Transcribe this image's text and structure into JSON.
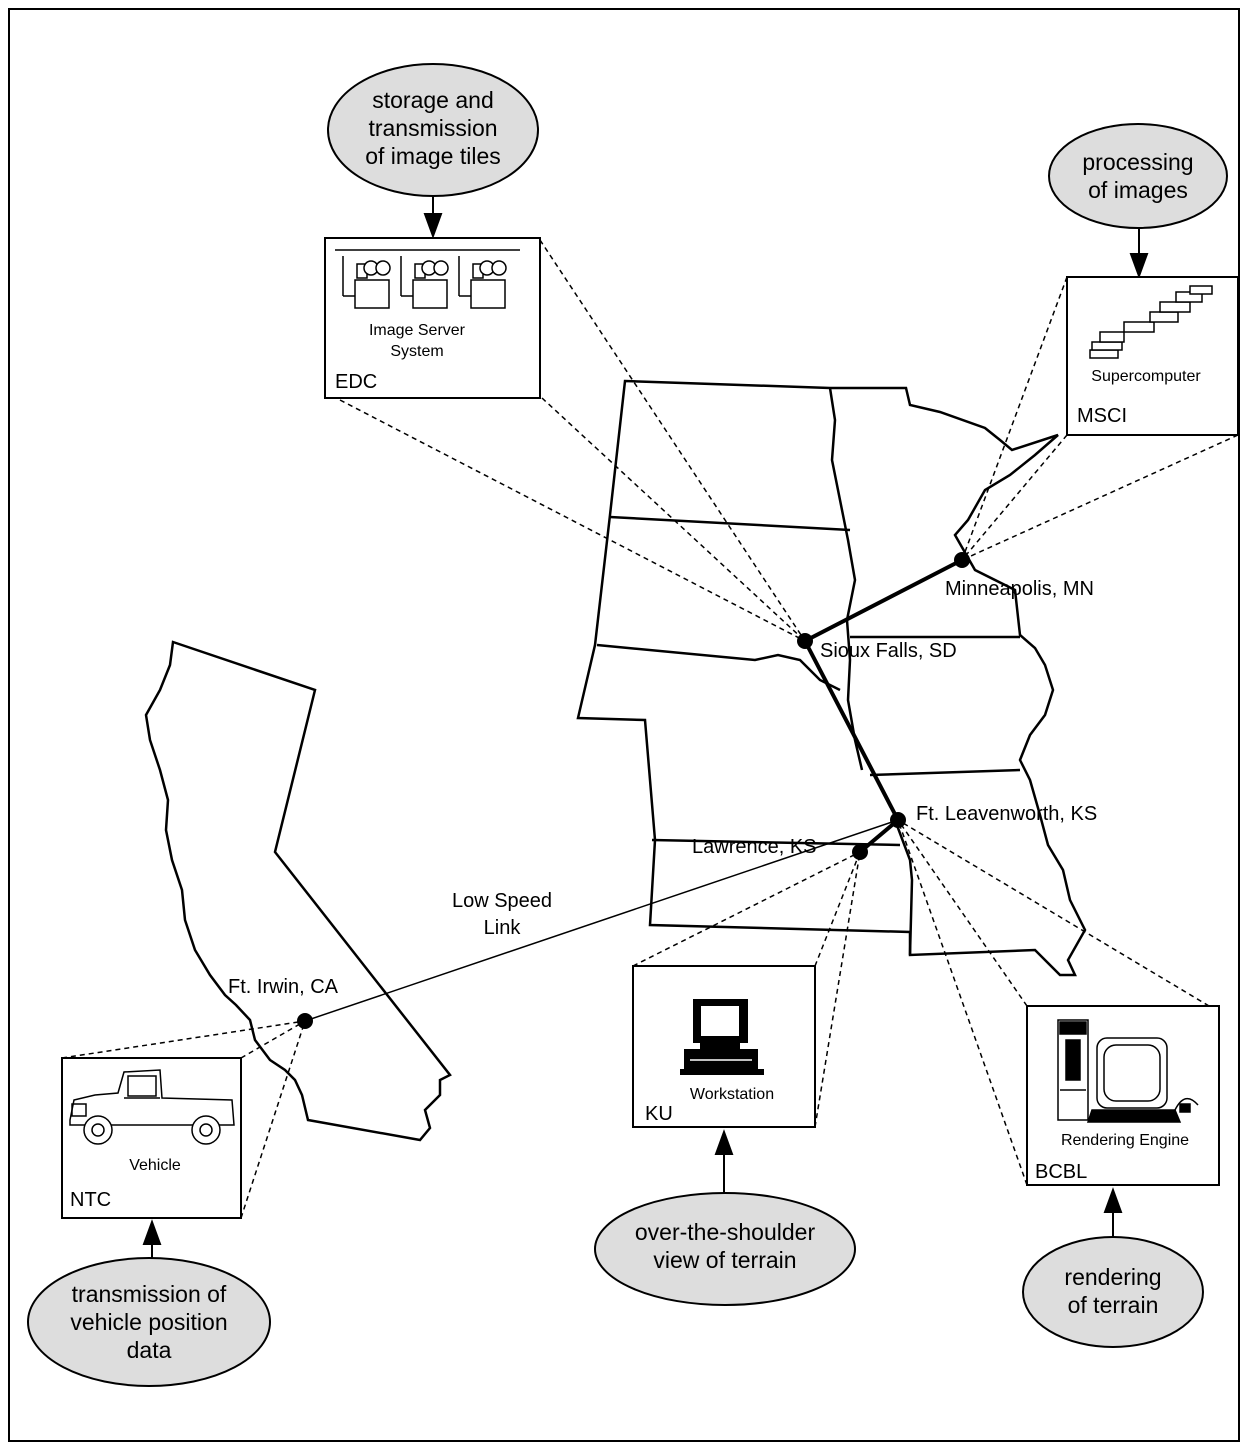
{
  "bubbles": {
    "edc": [
      "storage and",
      "transmission",
      "of image tiles"
    ],
    "msci": [
      "processing",
      "of images"
    ],
    "ntc": [
      "transmission of",
      "vehicle position",
      "data"
    ],
    "ku": [
      "over-the-shoulder",
      "view of terrain"
    ],
    "bcbl": [
      "rendering",
      "of terrain"
    ]
  },
  "boxes": {
    "edc": {
      "code": "EDC",
      "caption": [
        "Image Server",
        "System"
      ]
    },
    "msci": {
      "code": "MSCI",
      "caption": "Supercomputer"
    },
    "ntc": {
      "code": "NTC",
      "caption": "Vehicle"
    },
    "ku": {
      "code": "KU",
      "caption": "Workstation"
    },
    "bcbl": {
      "code": "BCBL",
      "caption": "Rendering Engine"
    }
  },
  "cities": {
    "minneapolis": "Minneapolis, MN",
    "sioux_falls": "Sioux Falls, SD",
    "leavenworth": "Ft. Leavenworth, KS",
    "lawrence": "Lawrence, KS",
    "irwin": "Ft. Irwin, CA"
  },
  "link_label": [
    "Low Speed",
    "Link"
  ]
}
